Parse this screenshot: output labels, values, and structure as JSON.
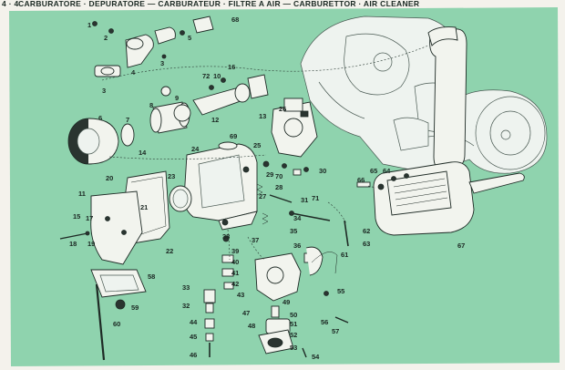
{
  "header": {
    "page_number": "4 · 4",
    "title": "CARBURATORE · DEPURATORE — CARBURATEUR · FILTRE A AIR — CARBURETTOR · AIR CLEANER"
  },
  "colors": {
    "background_plate": "#8fd3ae",
    "paper": "#f4f2ec",
    "ink": "#1e2a25"
  },
  "callouts": [
    "1",
    "2",
    "3",
    "3",
    "4",
    "5",
    "6",
    "7",
    "8",
    "9",
    "10",
    "11",
    "12",
    "13",
    "14",
    "15",
    "16",
    "17",
    "18",
    "19",
    "20",
    "21",
    "22",
    "23",
    "24",
    "25",
    "26",
    "27",
    "28",
    "29",
    "30",
    "31",
    "32",
    "33",
    "34",
    "35",
    "36",
    "37",
    "38",
    "39",
    "40",
    "41",
    "42",
    "43",
    "44",
    "45",
    "46",
    "47",
    "48",
    "49",
    "50",
    "51",
    "52",
    "53",
    "54",
    "55",
    "56",
    "57",
    "58",
    "59",
    "60",
    "61",
    "62",
    "63",
    "64",
    "65",
    "66",
    "67",
    "68",
    "69",
    "70",
    "71",
    "72"
  ]
}
